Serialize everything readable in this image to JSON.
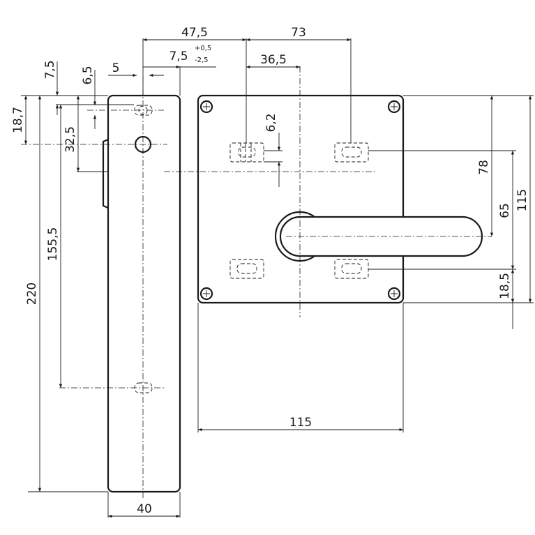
{
  "dimensions": {
    "d47_5": "47,5",
    "d73": "73",
    "d7_5_top": "7,5",
    "d6_5": "6,5",
    "d5": "5",
    "d7_5_offset": "7,5",
    "tol_plus": "+0,5",
    "tol_minus": "-2,5",
    "d36_5": "36,5",
    "d18_7": "18,7",
    "d32_5": "32,5",
    "d6_2": "6,2",
    "d155_5": "155,5",
    "d220": "220",
    "d40": "40",
    "d115_bottom": "115",
    "d78": "78",
    "d65": "65",
    "d115_right": "115",
    "d18_5": "18,5"
  }
}
